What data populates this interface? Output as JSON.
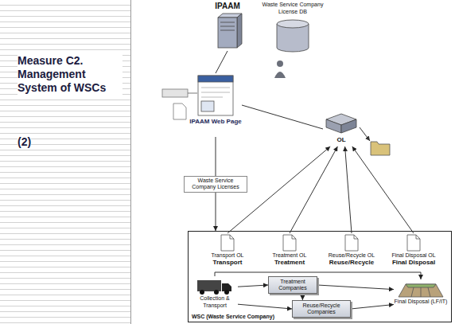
{
  "diagram": {
    "title": "Measure C2. Management System of WSCs",
    "nodes": [
      {
        "text": [
          "IPAAM"
        ]
      },
      {
        "text": [
          "Waste Service Company License DB"
        ]
      },
      {
        "text": [
          "IPAAM Web Page"
        ]
      },
      {
        "text": [
          "OL"
        ]
      },
      {
        "text": [
          "WSC (Waste Service Company)"
        ]
      },
      {
        "text": [
          "Transport OL",
          "Transport"
        ],
        "in": 4
      },
      {
        "text": [
          "Treatment OL",
          "Treatment"
        ],
        "in": 4
      },
      {
        "text": [
          "Reuse/Recycle OL",
          "Reuse/Recycle"
        ],
        "in": 4
      },
      {
        "text": [
          "Final Disposal OL",
          "Final Disposal"
        ],
        "in": 4
      },
      {
        "text": [
          "Collection & Transport"
        ],
        "in": 4
      },
      {
        "text": [
          "Treatment Companies"
        ],
        "in": 4
      },
      {
        "text": [
          "Reuse/Recycle Companies"
        ],
        "in": 4
      },
      {
        "text": [
          "Final Disposal (LF/IT)"
        ],
        "in": 4
      }
    ],
    "edges": [
      {
        "from": 0,
        "to": 2,
        "arrow": "none"
      },
      {
        "from": 2,
        "to": 3,
        "arrow": "none"
      },
      {
        "from": 2,
        "to": 4,
        "label": "Waste Service Company Licenses",
        "arrow": "to"
      },
      {
        "from": 5,
        "to": 3,
        "arrow": "to"
      },
      {
        "from": 6,
        "to": 3,
        "arrow": "to"
      },
      {
        "from": 7,
        "to": 3,
        "arrow": "to"
      },
      {
        "from": 8,
        "to": 3,
        "arrow": "to"
      },
      {
        "from": 9,
        "to": 10,
        "arrow": "to"
      },
      {
        "from": 9,
        "to": 11,
        "arrow": "to"
      },
      {
        "from": 9,
        "to": 12,
        "arrow": "to"
      },
      {
        "from": 10,
        "to": 11,
        "arrow": "to"
      },
      {
        "from": 10,
        "to": 12,
        "arrow": "to"
      },
      {
        "from": 11,
        "to": 12,
        "arrow": "to"
      }
    ],
    "labels": [
      "(2)"
    ]
  }
}
